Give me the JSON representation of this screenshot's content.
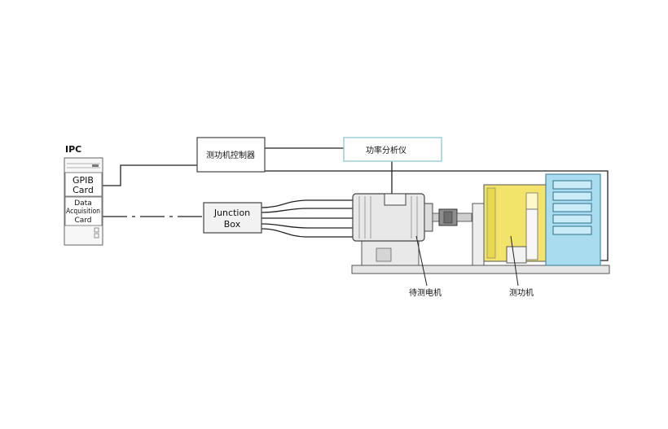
{
  "ipc": {
    "title": "IPC",
    "gpib_line1": "GPIB",
    "gpib_line2": "Card",
    "daq_line1": "Data",
    "daq_line2": "Acquisition",
    "daq_line3": "Card"
  },
  "controller": {
    "label": "测功机控制器"
  },
  "power_analyzer": {
    "label": "功率分析仪"
  },
  "junction_box": {
    "line1": "Junction",
    "line2": "Box"
  },
  "motor_under_test": {
    "label": "待测电机"
  },
  "dynamometer": {
    "label": "测功机"
  },
  "colors": {
    "dynamometer_yellow": "#f2e46a",
    "cabinet_blue": "#a9dcef",
    "analyzer_border": "#9ccfd6",
    "line": "#222222"
  }
}
